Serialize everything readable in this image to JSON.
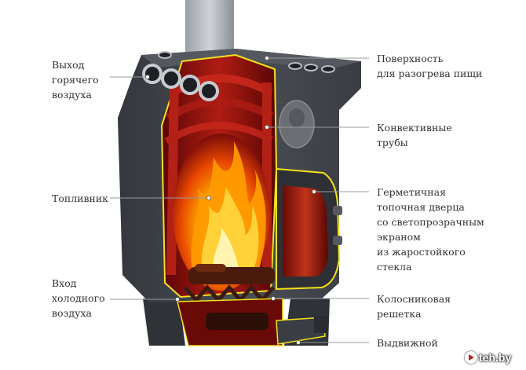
{
  "labels": {
    "hot_air_outlet": "Выход\nгорячего\nвоздуха",
    "firebox": "Топливник",
    "cold_air_inlet": "Вход\nхолодного\nвоздуха",
    "heating_surface": "Поверхность\nдля разогрева пищи",
    "convection_pipes": "Конвективные\nтрубы",
    "sealed_door": "Герметичная\nтопочная дверца\nсо светопрозрачным\nэкраном\nиз жаростойкого\nстекла",
    "grate": "Колосниковая\nрешетка",
    "ash_drawer": "Выдвижной"
  },
  "watermark": "teh.by",
  "colors": {
    "stove_body": "#3e4147",
    "stove_dark": "#2a2c30",
    "cutaway_red": "#8e0f0f",
    "outline_yellow": "#f2e21a",
    "flame_orange": "#ff8a00",
    "leader_line": "#888888"
  }
}
